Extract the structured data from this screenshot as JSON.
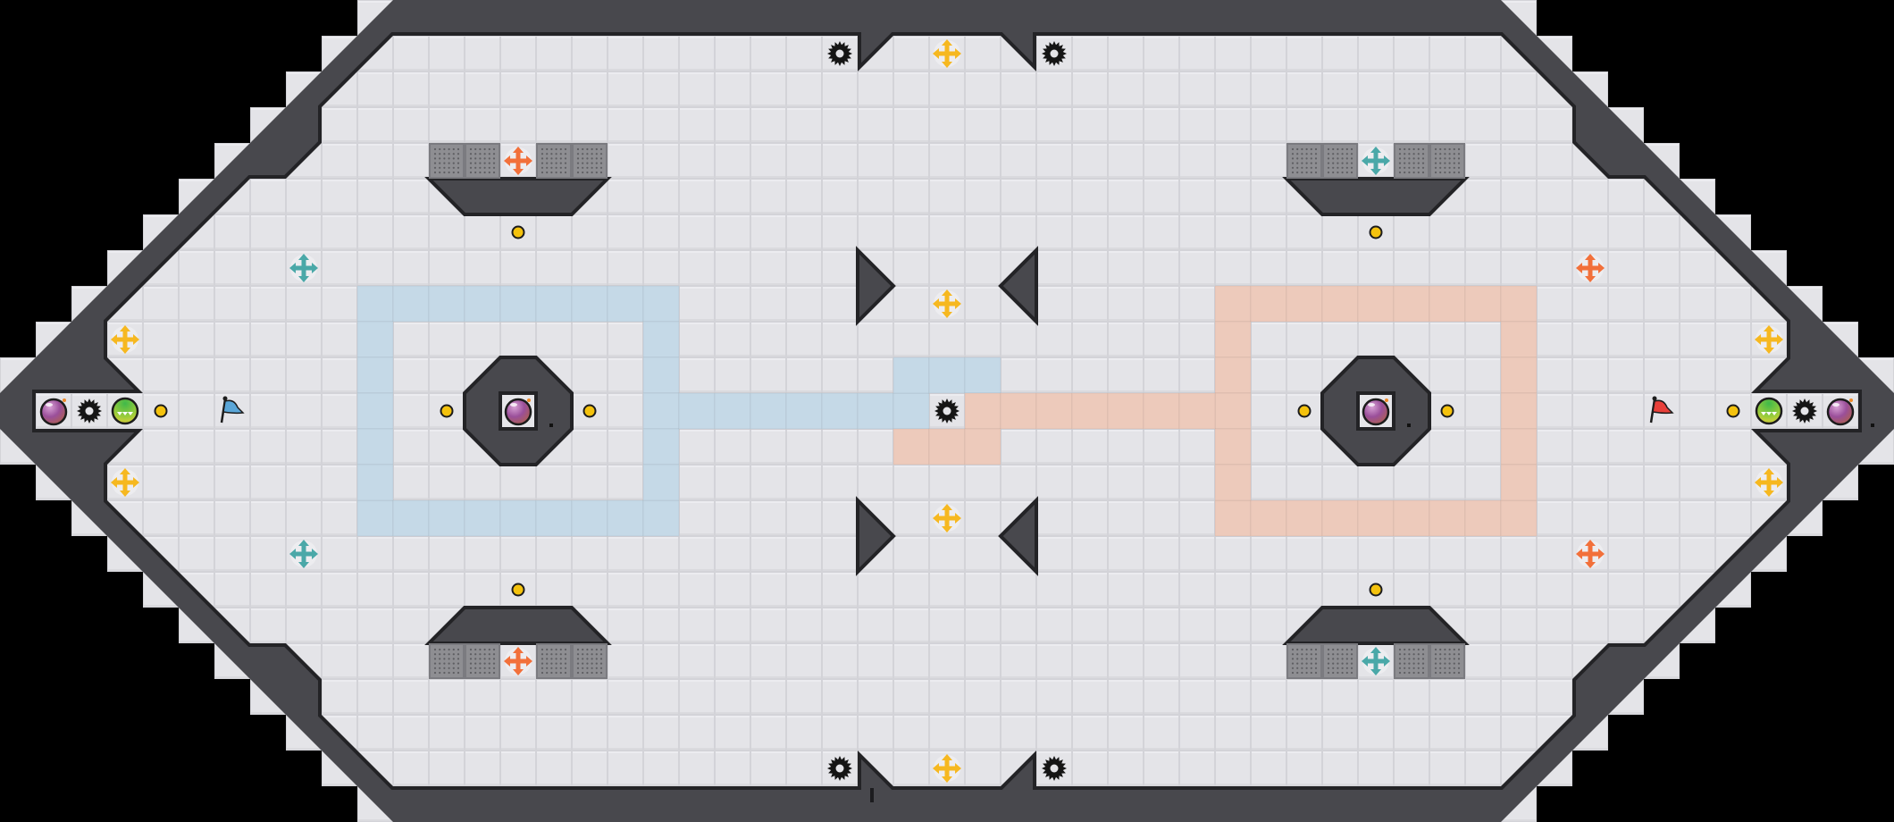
{
  "map": {
    "grid": {
      "columns": 53,
      "rows": 23
    },
    "colors": {
      "background": "#000000",
      "floor": "#e3e3e7",
      "floor_edge": "#d2d2d7",
      "wall": "#48484d",
      "wall_edge": "#232326",
      "blue_team_tile": "#c5d9e7",
      "red_team_tile": "#edcabb",
      "grate": "#8c8c90",
      "boost_neutral": "#f6b820",
      "boost_red": "#f2703a",
      "boost_blue": "#4aa8a8",
      "dot": "#f4c20d",
      "gear": "#151515",
      "bomb": "#9b4f8f",
      "juke_ball": "#7cc83a",
      "blue_flag": "#5aa6d8",
      "red_flag": "#e8403a"
    },
    "icons": {
      "boost": "boost-icon",
      "gear": "gear-icon",
      "bomb": "bomb-icon",
      "juke": "juke-ball-icon",
      "dot": "dot-icon",
      "flag": "flag-icon",
      "grate": "grate-icon"
    },
    "teams": {
      "left": "blue",
      "right": "red"
    }
  }
}
